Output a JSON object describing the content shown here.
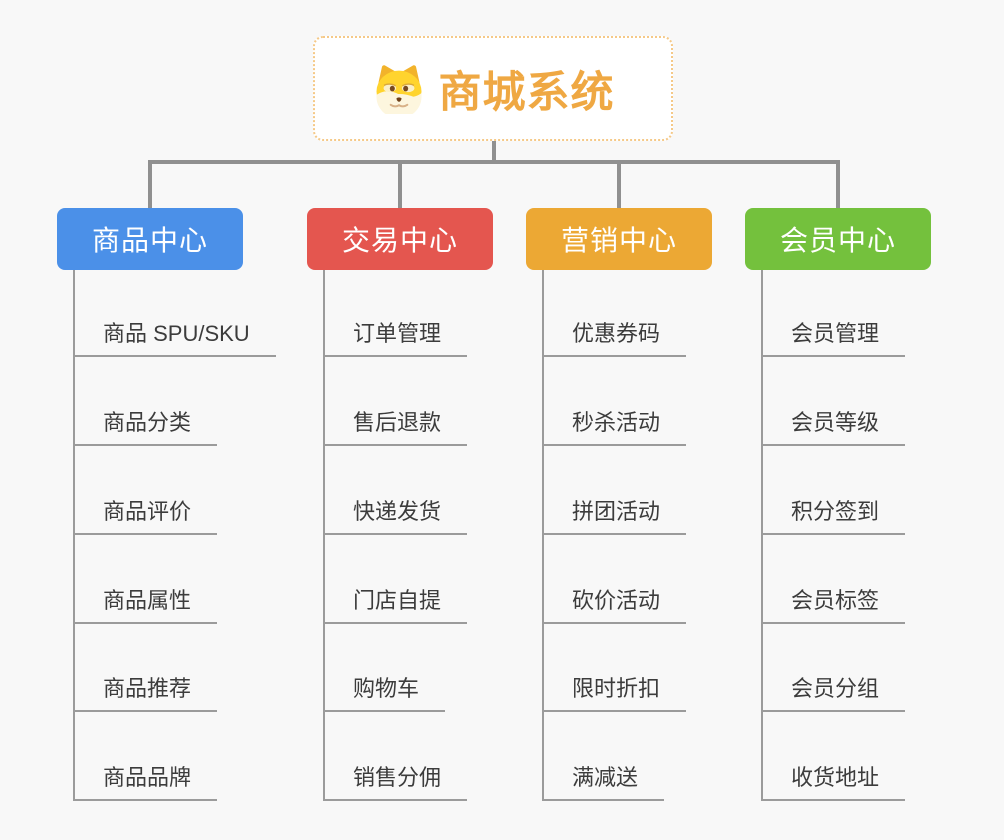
{
  "root": {
    "label": "商城系统",
    "icon": "doge-dog-face-icon",
    "text_color": "#EFA843",
    "border_color": "#F5C988"
  },
  "canvas": {
    "background": "#F8F8F8",
    "connector_color": "#909090",
    "leaf_line_color": "#9B9B9B",
    "leaf_text_color": "#3C3C3C"
  },
  "branches": [
    {
      "label": "商品中心",
      "color": "#4B90E8",
      "items": [
        "商品 SPU/SKU",
        "商品分类",
        "商品评价",
        "商品属性",
        "商品推荐",
        "商品品牌"
      ]
    },
    {
      "label": "交易中心",
      "color": "#E4564F",
      "items": [
        "订单管理",
        "售后退款",
        "快递发货",
        "门店自提",
        "购物车",
        "销售分佣"
      ]
    },
    {
      "label": "营销中心",
      "color": "#ECA834",
      "items": [
        "优惠券码",
        "秒杀活动",
        "拼团活动",
        "砍价活动",
        "限时折扣",
        "满减送"
      ]
    },
    {
      "label": "会员中心",
      "color": "#74C13D",
      "items": [
        "会员管理",
        "会员等级",
        "积分签到",
        "会员标签",
        "会员分组",
        "收货地址"
      ]
    }
  ]
}
